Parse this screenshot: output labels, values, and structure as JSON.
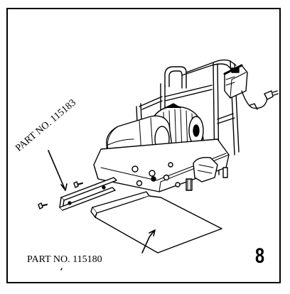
{
  "labels": {
    "part_top": "PART NO. 115183",
    "part_bottom": "PART NO. 115180"
  },
  "step_number": "8"
}
